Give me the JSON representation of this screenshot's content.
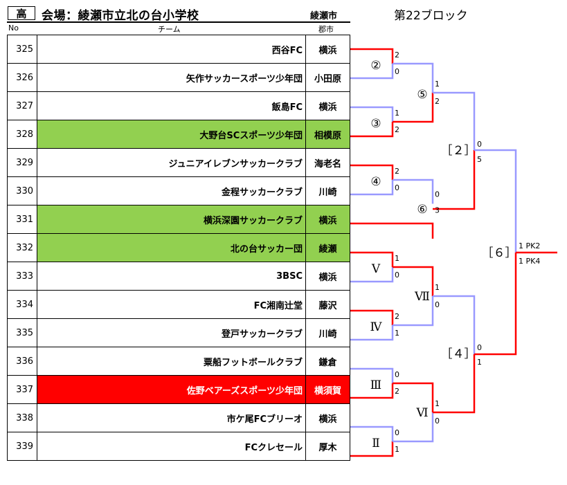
{
  "header": {
    "category": "高",
    "venue": "会場：綾瀬市立北の台小学校",
    "city": "綾瀬市",
    "block": "第22ブロック",
    "col_no": "No",
    "col_team": "チーム",
    "col_city": "郡市"
  },
  "teams": [
    {
      "no": "325",
      "name": "西谷FC",
      "city": "横浜",
      "highlight": "none"
    },
    {
      "no": "326",
      "name": "矢作サッカースポーツ少年団",
      "city": "小田原",
      "highlight": "none"
    },
    {
      "no": "327",
      "name": "飯島FC",
      "city": "横浜",
      "highlight": "none"
    },
    {
      "no": "328",
      "name": "大野台SCスポーツ少年団",
      "city": "相模原",
      "highlight": "green"
    },
    {
      "no": "329",
      "name": "ジュニアイレブンサッカークラブ",
      "city": "海老名",
      "highlight": "none"
    },
    {
      "no": "330",
      "name": "金程サッカークラブ",
      "city": "川崎",
      "highlight": "none"
    },
    {
      "no": "331",
      "name": "横浜深園サッカークラブ",
      "city": "横浜",
      "highlight": "green"
    },
    {
      "no": "332",
      "name": "北の台サッカー団",
      "city": "綾瀬",
      "highlight": "green"
    },
    {
      "no": "333",
      "name": "3BSC",
      "city": "横浜",
      "highlight": "none"
    },
    {
      "no": "334",
      "name": "FC湘南辻堂",
      "city": "藤沢",
      "highlight": "none"
    },
    {
      "no": "335",
      "name": "登戸サッカークラブ",
      "city": "川崎",
      "highlight": "none"
    },
    {
      "no": "336",
      "name": "粟船フットボールクラブ",
      "city": "鎌倉",
      "highlight": "none"
    },
    {
      "no": "337",
      "name": "佐野ベアーズスポーツ少年団",
      "city": "横須賀",
      "highlight": "red"
    },
    {
      "no": "338",
      "name": "市ケ尾FCブリーオ",
      "city": "横浜",
      "highlight": "none"
    },
    {
      "no": "339",
      "name": "FCクレセール",
      "city": "厚木",
      "highlight": "none"
    }
  ],
  "matches": {
    "m2": {
      "label": "②",
      "top": "2",
      "bottom": "0"
    },
    "m3": {
      "label": "③",
      "top": "1",
      "bottom": "2"
    },
    "m4": {
      "label": "④",
      "top": "2",
      "bottom": "0"
    },
    "m5": {
      "label": "⑤",
      "top": "1",
      "bottom": "2"
    },
    "m6": {
      "label": "⑥",
      "top": "0",
      "bottom": "3"
    },
    "mV": {
      "label": "Ⅴ",
      "top": "1",
      "bottom": "0"
    },
    "mIV": {
      "label": "Ⅳ",
      "top": "2",
      "bottom": "1"
    },
    "mIII": {
      "label": "Ⅲ",
      "top": "0",
      "bottom": "2"
    },
    "mII": {
      "label": "Ⅱ",
      "top": "0",
      "bottom": "1"
    },
    "mVII": {
      "label": "Ⅶ",
      "top": "1",
      "bottom": "0"
    },
    "mVI": {
      "label": "Ⅵ",
      "top": "1",
      "bottom": "0"
    },
    "s2": {
      "label": "［２］",
      "top": "0",
      "bottom": "5"
    },
    "s4": {
      "label": "［４］",
      "top": "0",
      "bottom": "1"
    },
    "final": {
      "label": "［６］",
      "top": "1 PK2",
      "bottom": "1 PK4"
    }
  },
  "colors": {
    "win": "#ff0000",
    "lose": "#9999ff",
    "green": "#92d050",
    "red": "#ff0000"
  }
}
